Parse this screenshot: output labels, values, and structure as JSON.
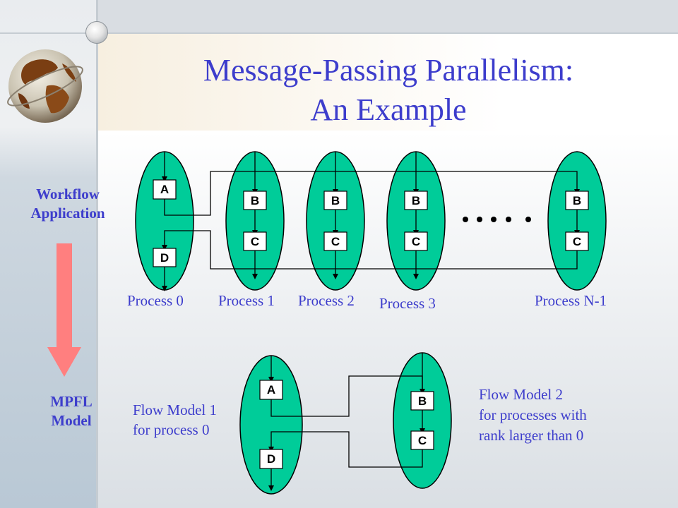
{
  "title": [
    "Message-Passing Parallelism:",
    "An Example"
  ],
  "left": {
    "top_label": [
      "Workflow",
      "Application"
    ],
    "bottom_label": [
      "MPFL",
      "Model"
    ]
  },
  "processes": {
    "labels": [
      "Process 0",
      "Process 1",
      "Process 2",
      "Process 3",
      "Process N-1"
    ],
    "task_a": "A",
    "task_b": "B",
    "task_c": "C",
    "task_d": "D",
    "ellipsis": "•  •  •  •  •"
  },
  "flow_models": {
    "model1": [
      "Flow Model 1",
      "for process 0"
    ],
    "model2": [
      "Flow Model 2",
      "for processes with",
      "rank larger than 0"
    ]
  },
  "colors": {
    "ellipse_fill": "#00cc99",
    "title_text": "#3d3dcc",
    "arrow_fill": "#ff7f7f"
  }
}
